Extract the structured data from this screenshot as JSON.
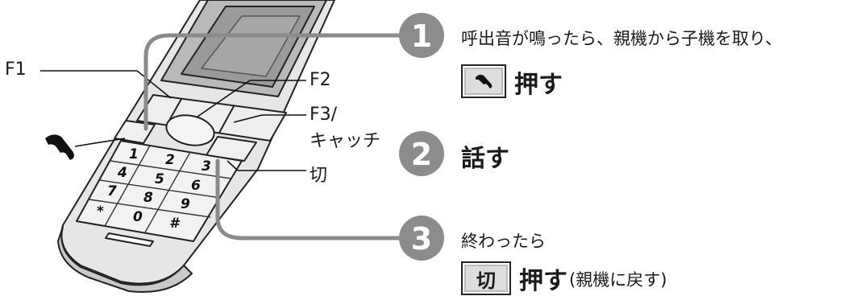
{
  "labels": {
    "f1": "F1",
    "f2": "F2",
    "f3": "F3/",
    "catch": "キャッチ",
    "kiri": "切"
  },
  "steps": [
    {
      "number": "1",
      "text": "呼出音が鳴ったら、親機から子機を取り、",
      "action": "押す"
    },
    {
      "number": "2",
      "action": "話す"
    },
    {
      "number": "3",
      "text": "終わったら",
      "key": "切",
      "action": "押す",
      "note": "(親機に戻す)"
    }
  ],
  "keypad": [
    "1",
    "2",
    "3",
    "4",
    "5",
    "6",
    "7",
    "8",
    "9",
    "*",
    "0",
    "#"
  ],
  "icons": {
    "talk_key": "phone-handset-icon"
  },
  "colors": {
    "step_circle": "#8c8c8c",
    "leader_line": "#7a7a7a",
    "key_face": "#dcdcdc"
  }
}
